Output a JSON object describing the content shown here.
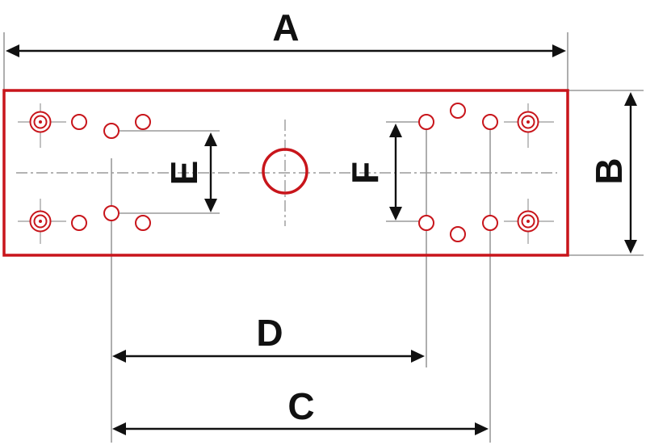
{
  "diagram": {
    "colors": {
      "plate": "#c8151b",
      "dimension": "#111111",
      "guide": "#9a9a9a"
    },
    "dimensions": {
      "a": "A",
      "b": "B",
      "c": "C",
      "d": "D",
      "e": "E",
      "f": "F"
    }
  }
}
